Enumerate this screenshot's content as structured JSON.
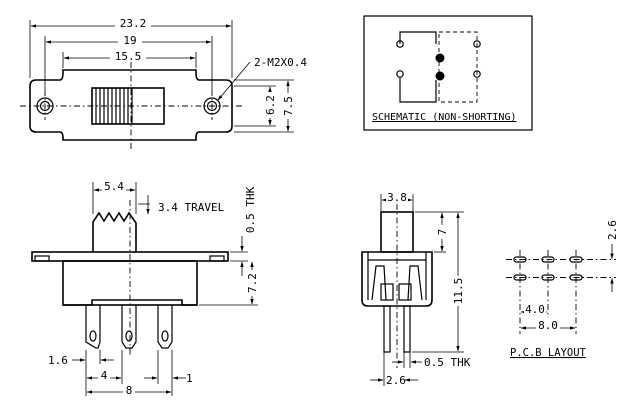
{
  "top_view": {
    "overall_length": "23.2",
    "hole_spacing": "19",
    "body_length": "15.5",
    "mount_note": "2-M2X0.4",
    "inner_height": "6.2",
    "outer_height": "7.5"
  },
  "schematic": {
    "caption": "SCHEMATIC (NON-SHORTING)"
  },
  "front_view": {
    "actuator_width": "5.4",
    "travel": "3.4 TRAVEL",
    "plate_thickness": "0.5 THK",
    "body_height": "7.2",
    "pin_width": "1.6",
    "pin_pitch": "4",
    "pin_span": "8",
    "pin_gap": "1"
  },
  "side_view": {
    "actuator_width": "3.8",
    "actuator_height": "7",
    "total_height": "11.5",
    "pin_thickness": "0.5 THK",
    "pin_spacing": "2.6"
  },
  "pcb_layout": {
    "row_spacing": "2.6",
    "pitch": "4.0",
    "span": "8.0",
    "caption": "P.C.B LAYOUT"
  }
}
